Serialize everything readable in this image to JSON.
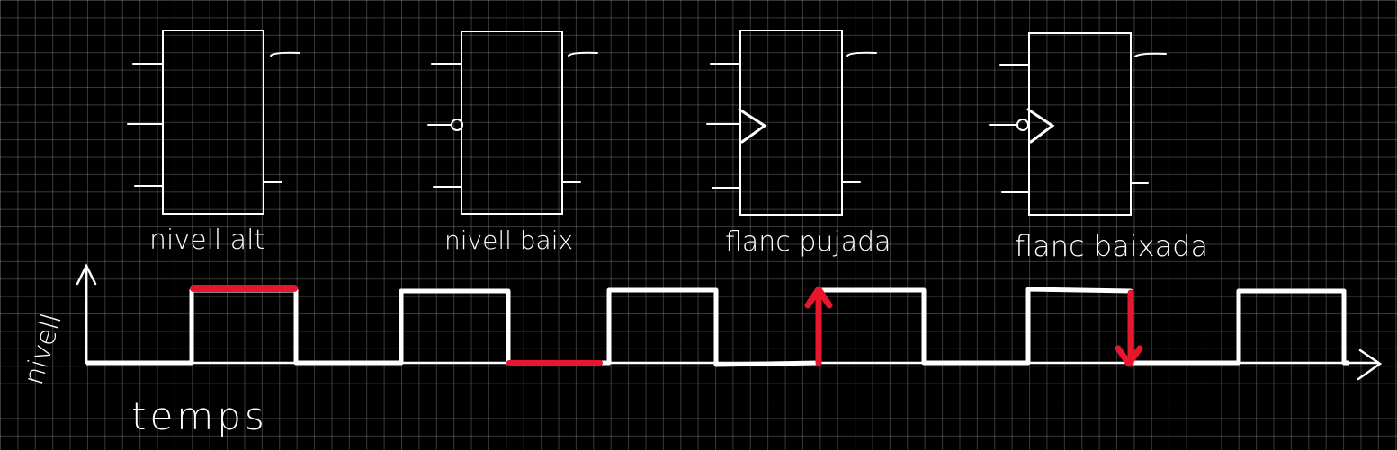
{
  "blocks": [
    {
      "label": "nivell alt",
      "clock_input": "plain"
    },
    {
      "label": "nivell baix",
      "clock_input": "bubble"
    },
    {
      "label": "flanc pujada",
      "clock_input": "triangle"
    },
    {
      "label": "flanc baixada",
      "clock_input": "bubble-triangle"
    }
  ],
  "timing": {
    "y_axis_label": "nivell",
    "x_axis_label": "temps",
    "waveform": "square wave, 6 high pulses",
    "highlights": [
      "high level (pulse 1 top)",
      "low level (low segment after pulse 2)",
      "rising edge arrow (pulse 4)",
      "falling edge arrow (end of pulse 5)"
    ]
  },
  "colors": {
    "background": "#000000",
    "grid": "#3a3a3a",
    "stroke": "#ffffff",
    "highlight": "#e8162d"
  }
}
